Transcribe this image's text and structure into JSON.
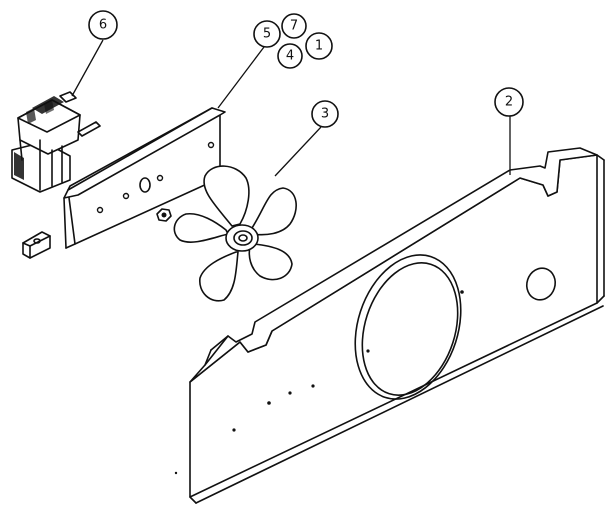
{
  "callouts": [
    {
      "id": "c1",
      "label": "1"
    },
    {
      "id": "c2",
      "label": "2"
    },
    {
      "id": "c3",
      "label": "3"
    },
    {
      "id": "c4",
      "label": "4"
    },
    {
      "id": "c5",
      "label": "5"
    },
    {
      "id": "c6",
      "label": "6"
    },
    {
      "id": "c7",
      "label": "7"
    }
  ],
  "colors": {
    "ink": "#111111",
    "background": "#ffffff"
  }
}
